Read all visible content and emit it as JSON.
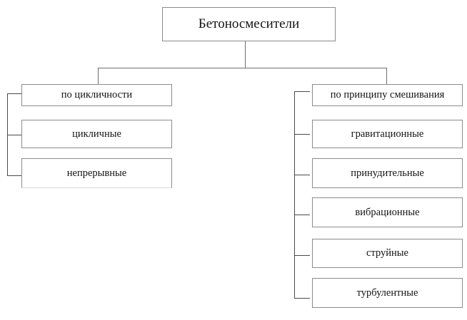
{
  "diagram": {
    "title": "Бетоносмесители",
    "root": {
      "label": "Бетоносмесители"
    },
    "branches": [
      {
        "id": "cyclicity",
        "label": "по цикличности",
        "children": [
          {
            "label": "цикличные"
          },
          {
            "label": "непрерывные"
          }
        ]
      },
      {
        "id": "mixing-principle",
        "label": "по принципу смешивания",
        "children": [
          {
            "label": "гравитационные"
          },
          {
            "label": "принудительные"
          },
          {
            "label": "вибрационные"
          },
          {
            "label": "струйные"
          },
          {
            "label": "турбулентные"
          }
        ]
      }
    ]
  },
  "chart_data": {
    "type": "tree",
    "title": "Бетоносмесители",
    "root": "Бетоносмесители",
    "nodes": [
      {
        "id": "root",
        "label": "Бетоносмесители",
        "parent": null,
        "level": 0,
        "column": "center"
      },
      {
        "id": "l1",
        "label": "по цикличности",
        "parent": "root",
        "level": 1,
        "column": "left"
      },
      {
        "id": "l1a",
        "label": "цикличные",
        "parent": "l1",
        "level": 2,
        "column": "left"
      },
      {
        "id": "l1b",
        "label": "непрерывные",
        "parent": "l1",
        "level": 2,
        "column": "left"
      },
      {
        "id": "r1",
        "label": "по принципу смешивания",
        "parent": "root",
        "level": 1,
        "column": "right"
      },
      {
        "id": "r1a",
        "label": "гравитационные",
        "parent": "r1",
        "level": 2,
        "column": "right"
      },
      {
        "id": "r1b",
        "label": "принудительные",
        "parent": "r1",
        "level": 2,
        "column": "right"
      },
      {
        "id": "r1c",
        "label": "вибрационные",
        "parent": "r1",
        "level": 2,
        "column": "right"
      },
      {
        "id": "r1d",
        "label": "струйные",
        "parent": "r1",
        "level": 2,
        "column": "right"
      },
      {
        "id": "r1e",
        "label": "турбулентные",
        "parent": "r1",
        "level": 2,
        "column": "right"
      }
    ],
    "edges": [
      {
        "from": "root",
        "to": "l1"
      },
      {
        "from": "root",
        "to": "r1"
      },
      {
        "from": "l1",
        "to": "l1a",
        "style": "bracket"
      },
      {
        "from": "l1",
        "to": "l1b",
        "style": "bracket"
      },
      {
        "from": "r1",
        "to": "r1a",
        "style": "bracket"
      },
      {
        "from": "r1",
        "to": "r1b",
        "style": "bracket"
      },
      {
        "from": "r1",
        "to": "r1c",
        "style": "bracket"
      },
      {
        "from": "r1",
        "to": "r1d",
        "style": "bracket"
      },
      {
        "from": "r1",
        "to": "r1e",
        "style": "bracket"
      }
    ],
    "colors": {
      "background": "#ffffff",
      "box_border": "#8c8c8c",
      "connector": "#6f6f6f",
      "bracket": "#4a4a4a",
      "text": "#141414"
    }
  }
}
